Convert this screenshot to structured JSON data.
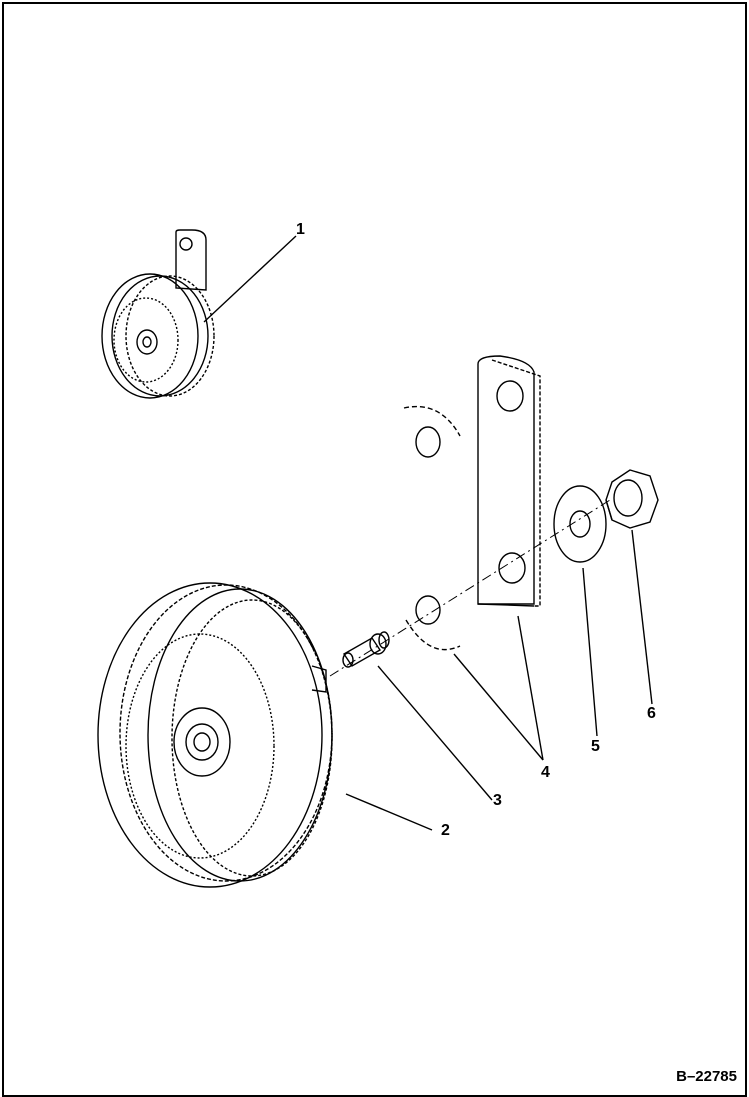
{
  "callouts": {
    "c1": "1",
    "c2": "2",
    "c3": "3",
    "c4": "4",
    "c5": "5",
    "c6": "6"
  },
  "figure_id": "B–22785",
  "colors": {
    "line": "#000000",
    "background": "#ffffff"
  }
}
